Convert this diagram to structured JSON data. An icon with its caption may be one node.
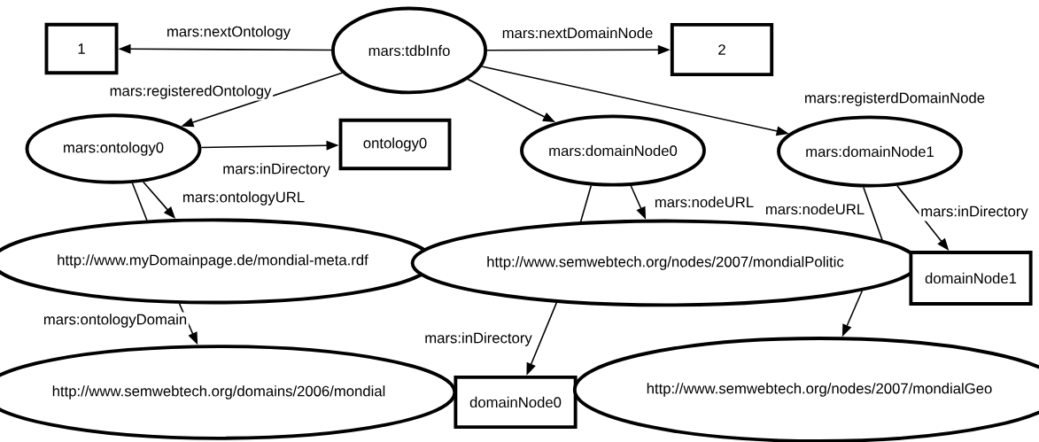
{
  "diagram": {
    "nodes": [
      {
        "text": [
          "1"
        ]
      },
      {
        "text": [
          "mars:tdbInfo"
        ]
      },
      {
        "text": [
          "2"
        ]
      },
      {
        "text": [
          "mars:ontology0"
        ]
      },
      {
        "text": [
          "ontology0"
        ]
      },
      {
        "text": [
          "mars:domainNode0"
        ]
      },
      {
        "text": [
          "mars:domainNode1"
        ]
      },
      {
        "text": [
          "http://www.myDomainpage.de/mondial-meta.rdf"
        ]
      },
      {
        "text": [
          "http://www.semwebtech.org/nodes/2007/mondialPolitic"
        ]
      },
      {
        "text": [
          "domainNode1"
        ]
      },
      {
        "text": [
          "http://www.semwebtech.org/domains/2006/mondial"
        ]
      },
      {
        "text": [
          "domainNode0"
        ]
      },
      {
        "text": [
          "http://www.semwebtech.org/nodes/2007/mondialGeo"
        ]
      }
    ],
    "edges": [
      {
        "from": 1,
        "to": 0,
        "arrow": "to",
        "label": "mars:nextOntology"
      },
      {
        "from": 1,
        "to": 2,
        "arrow": "to",
        "label": "mars:nextDomainNode"
      },
      {
        "from": 1,
        "to": 3,
        "arrow": "to",
        "label": "mars:registeredOntology"
      },
      {
        "from": 1,
        "to": 5,
        "arrow": "to"
      },
      {
        "from": 1,
        "to": 6,
        "arrow": "to",
        "label": "mars:registerdDomainNode"
      },
      {
        "from": 3,
        "to": 4,
        "arrow": "to",
        "label": "mars:inDirectory"
      },
      {
        "from": 3,
        "to": 7,
        "arrow": "to",
        "label": "mars:ontologyURL"
      },
      {
        "from": 3,
        "to": 7,
        "arrow": "none"
      },
      {
        "from": 7,
        "to": 10,
        "arrow": "to",
        "label": "mars:ontologyDomain"
      },
      {
        "from": 5,
        "to": 8,
        "arrow": "to",
        "label": "mars:nodeURL"
      },
      {
        "from": 5,
        "to": 8,
        "arrow": "none"
      },
      {
        "from": 8,
        "to": 11,
        "arrow": "to",
        "label": "mars:inDirectory"
      },
      {
        "from": 6,
        "to": 8,
        "arrow": "none",
        "label": "mars:nodeURL"
      },
      {
        "from": 8,
        "to": 12,
        "arrow": "to"
      },
      {
        "from": 6,
        "to": 9,
        "arrow": "to",
        "label": "mars:inDirectory"
      }
    ]
  }
}
